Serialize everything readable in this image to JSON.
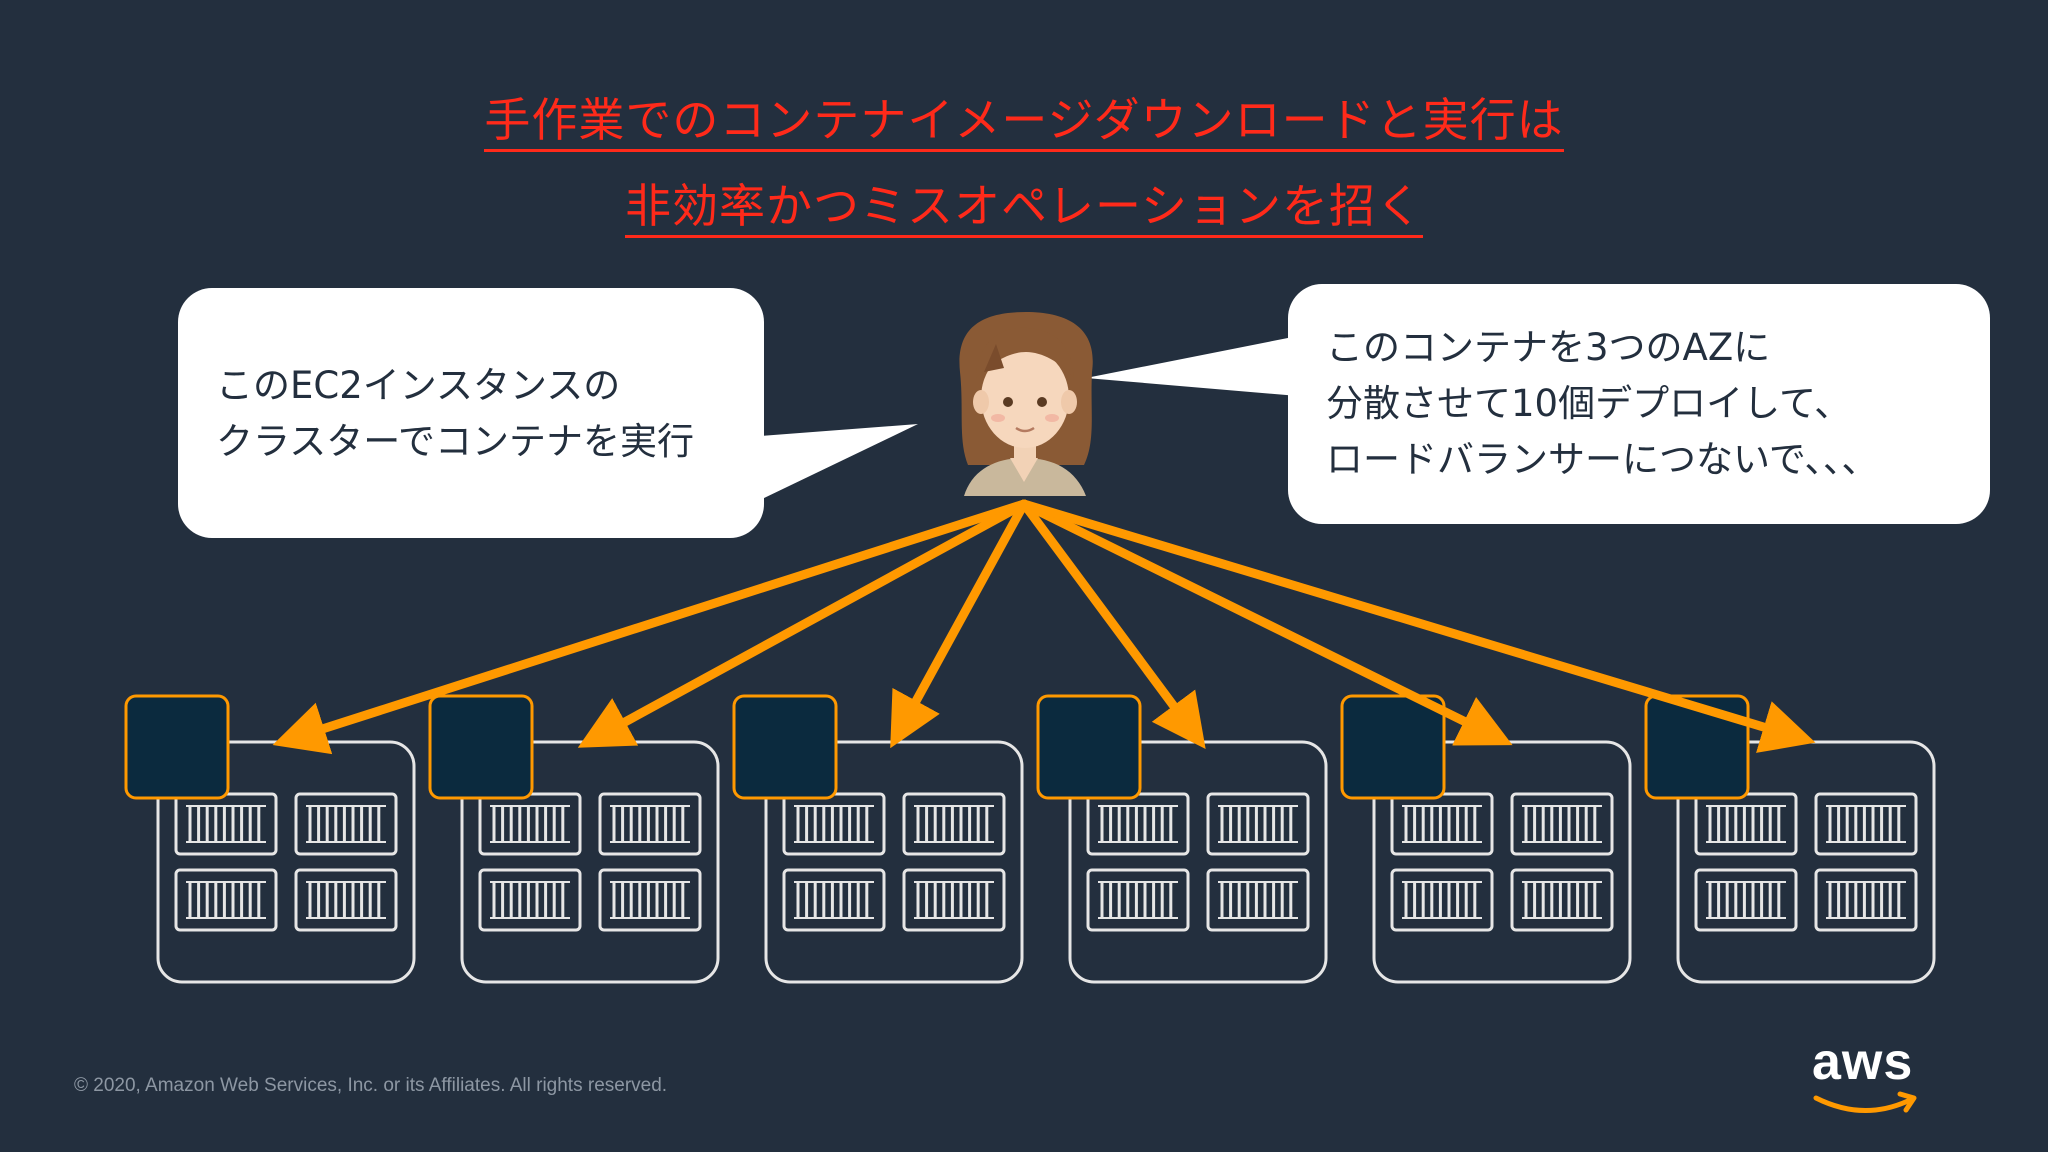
{
  "title": {
    "line1": "手作業でのコンテナイメージダウンロードと実行は",
    "line2": "非効率かつミスオペレーションを招く"
  },
  "bubble_left": {
    "lines": [
      "このEC2インスタンスの",
      "クラスターでコンテナを実行"
    ]
  },
  "bubble_right": {
    "lines": [
      "このコンテナを3つのAZに",
      "分散させて10個デプロイして、",
      "ロードバランサーにつないで、、、"
    ]
  },
  "diagram": {
    "person_icon": "person-avatar",
    "cluster_count": 6,
    "arrow_color": "#ff9900",
    "container_color": "#0b2a3e",
    "server_border_color": "#e6e6e6"
  },
  "footer": {
    "copyright": "© 2020, Amazon Web Services, Inc. or its Affiliates. All rights reserved."
  },
  "logo": {
    "text": "aws",
    "smile_color": "#ff9900"
  }
}
